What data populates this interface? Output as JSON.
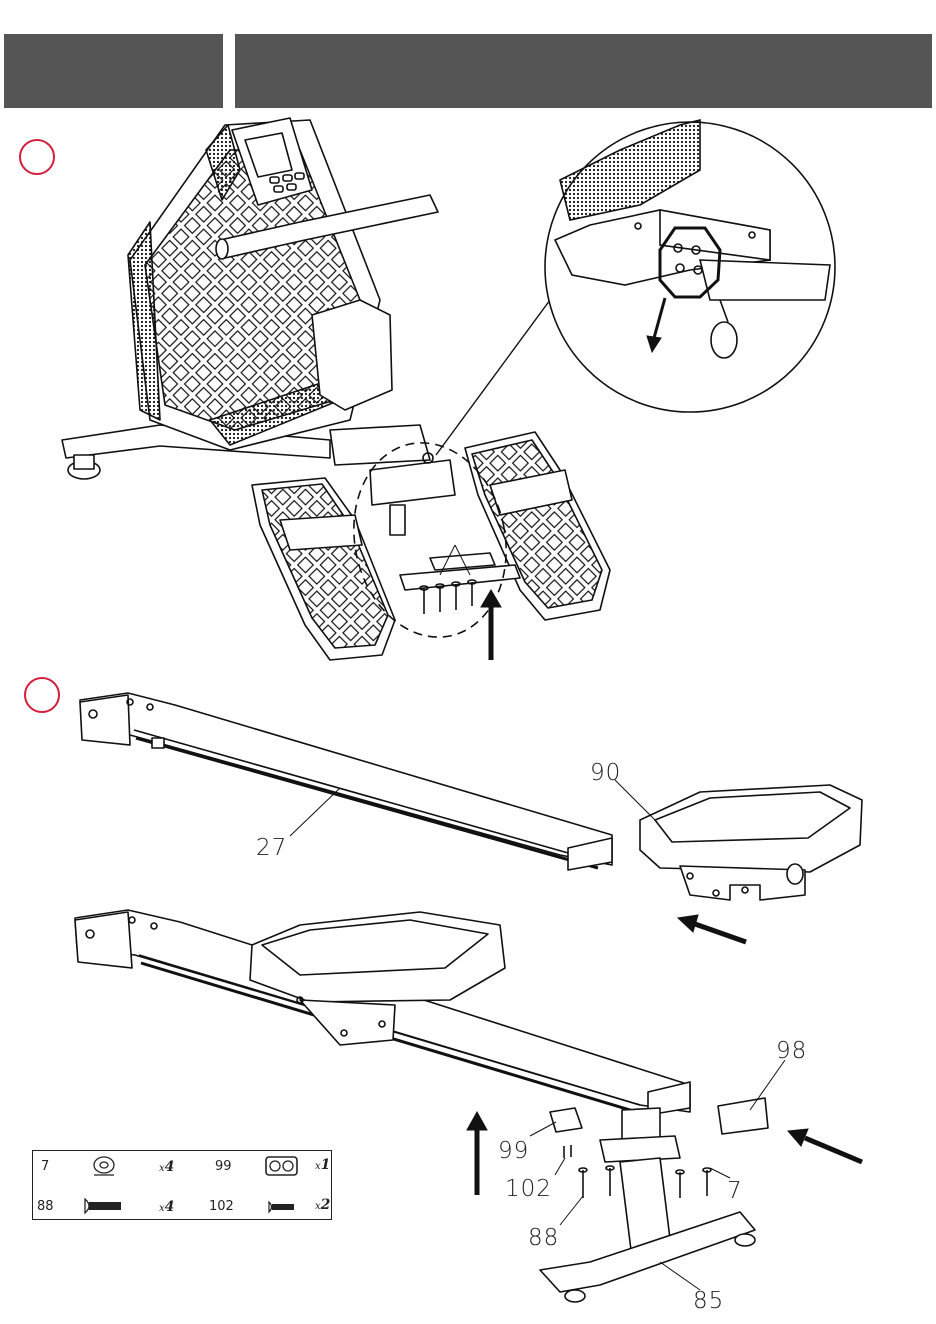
{
  "header": {
    "left_title": "",
    "right_title": ""
  },
  "steps": [
    {
      "number": "",
      "color": "#d21f3c"
    },
    {
      "number": "",
      "color": "#d21f3c"
    }
  ],
  "callouts": {
    "rail": "27",
    "seat": "90",
    "end_cap": "98",
    "pad": "99",
    "screw_small": "102",
    "bolt": "88",
    "washer": "7",
    "rear_stabilizer": "85"
  },
  "parts_list": [
    {
      "id": "7",
      "icon": "washer-icon",
      "qty_prefix": "x",
      "qty": "4"
    },
    {
      "id": "99",
      "icon": "rubber-pad-icon",
      "qty_prefix": "x",
      "qty": "1"
    },
    {
      "id": "88",
      "icon": "bolt-icon",
      "qty_prefix": "x",
      "qty": "4"
    },
    {
      "id": "102",
      "icon": "screw-icon",
      "qty_prefix": "x",
      "qty": "2"
    }
  ],
  "colors": {
    "header_bg": "#555555",
    "step_ring": "#d21f3c",
    "line": "#111111"
  }
}
